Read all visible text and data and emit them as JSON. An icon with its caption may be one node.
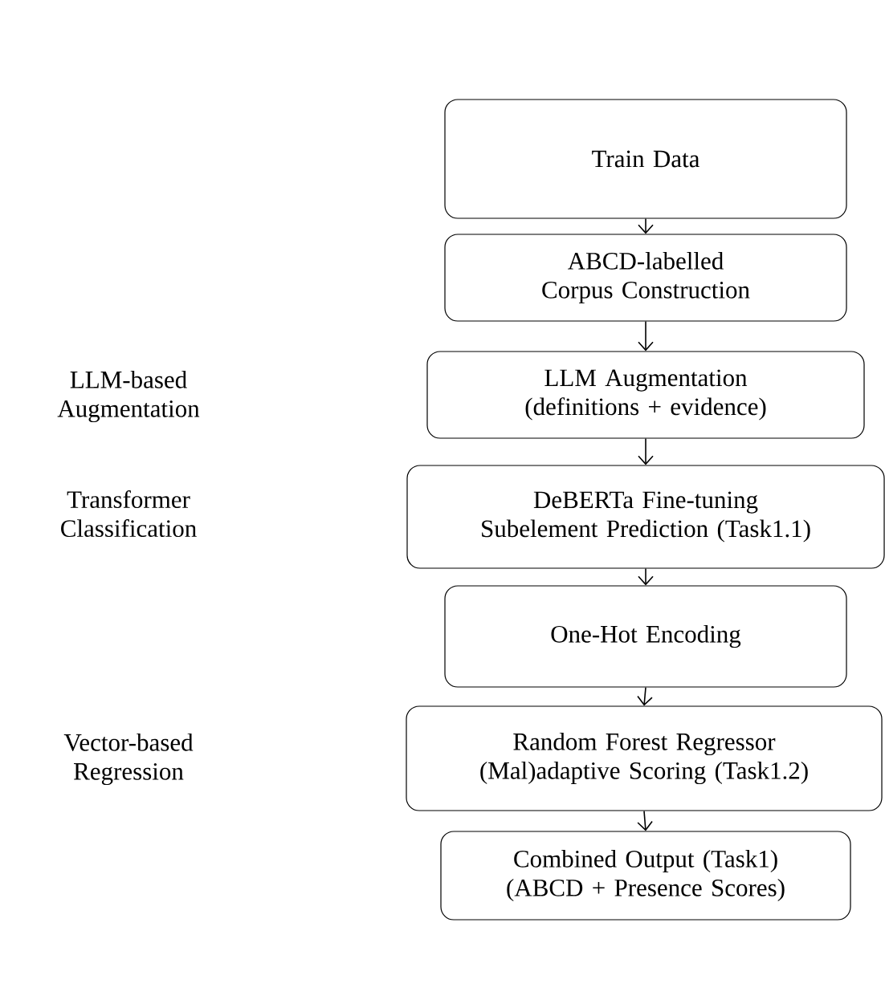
{
  "diagram": {
    "nodes": [
      {
        "text": [
          "Train Data"
        ]
      },
      {
        "text": [
          "ABCD-labelled Corpus Construction"
        ]
      },
      {
        "text": [
          "LLM Augmentation",
          "(definitions + evidence)"
        ]
      },
      {
        "text": [
          "DeBERTa Fine-tuning",
          "Subelement Prediction (Task1.1)"
        ]
      },
      {
        "text": [
          "One-Hot Encoding"
        ]
      },
      {
        "text": [
          "Random Forest Regressor",
          "(Mal)adaptive Scoring (Task1.2)"
        ]
      },
      {
        "text": [
          "Combined Output (Task1)",
          "(ABCD + Presence Scores)"
        ]
      }
    ],
    "edges": [
      {
        "from": 0,
        "to": 1,
        "arrow": "to"
      },
      {
        "from": 1,
        "to": 2,
        "arrow": "to"
      },
      {
        "from": 2,
        "to": 3,
        "arrow": "to"
      },
      {
        "from": 3,
        "to": 4,
        "arrow": "to"
      },
      {
        "from": 4,
        "to": 5,
        "arrow": "to"
      },
      {
        "from": 5,
        "to": 6,
        "arrow": "to"
      }
    ],
    "labels": [
      "LLM-based Augmentation",
      "Transformer Classification",
      "Vector-based Regression"
    ]
  }
}
